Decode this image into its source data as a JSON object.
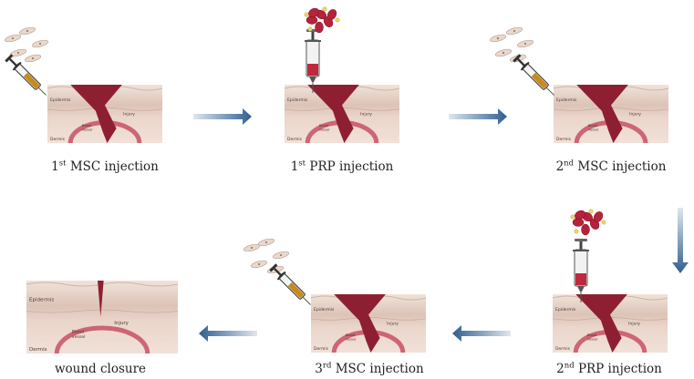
{
  "steps": [
    {
      "num": "1",
      "sup": "st",
      "text": "MSC injection",
      "type": "msc",
      "labels": {
        "epidermis": "Epidermis",
        "dermis": "Dermis",
        "vessel_1": "Blood",
        "vessel_2": "vessel",
        "injury": "Injury"
      }
    },
    {
      "num": "1",
      "sup": "st",
      "text": "PRP injection",
      "type": "prp",
      "labels": {
        "epidermis": "Epidermis",
        "dermis": "Dermis",
        "vessel_1": "Blood",
        "vessel_2": "vessel",
        "injury": "Injury"
      }
    },
    {
      "num": "2",
      "sup": "nd",
      "text": "MSC injection",
      "type": "msc",
      "labels": {
        "epidermis": "Epidermis",
        "dermis": "Dermis",
        "vessel_1": "Blood",
        "vessel_2": "vessel",
        "injury": "Injury"
      }
    },
    {
      "num": "2",
      "sup": "nd",
      "text": "PRP injection",
      "type": "prp",
      "labels": {
        "epidermis": "Epidermis",
        "dermis": "Dermis",
        "vessel_1": "Blood",
        "vessel_2": "vessel",
        "injury": "Injury"
      }
    },
    {
      "num": "3",
      "sup": "rd",
      "text": "MSC injection",
      "type": "msc",
      "labels": {
        "epidermis": "Epidermis",
        "dermis": "Dermis",
        "vessel_1": "Blood",
        "vessel_2": "vessel",
        "injury": "Injury"
      }
    },
    {
      "num": "",
      "sup": "",
      "text": "wound closure",
      "type": "closure",
      "labels": {
        "epidermis": "Epidermis",
        "dermis": "Dermis",
        "vessel_1": "Blood",
        "vessel_2": "vessel",
        "injury": "Injury"
      }
    }
  ],
  "colors": {
    "arrow": "#2f5f8f",
    "skin_top": "#e8d7cb",
    "epidermis": "#d9bfb2",
    "dermis": "#ecd6cc",
    "wound": "#8e1f33",
    "vessel": "#c85064",
    "cells": "#e9d8cc",
    "blood": "#b5233a",
    "syringe_fill_msc": "#c98a1c",
    "syringe_fill_prp": "#c0283e"
  }
}
